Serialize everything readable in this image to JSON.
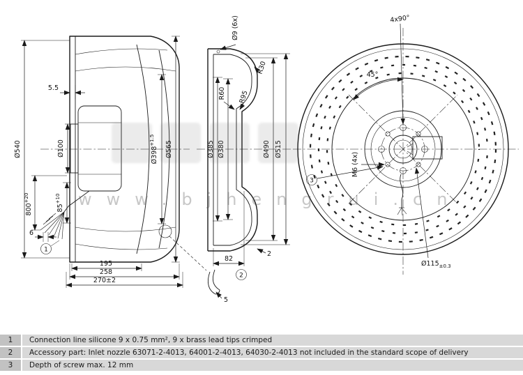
{
  "watermark": {
    "url": "www.bjhengrui.cn"
  },
  "drawing": {
    "side_view": {
      "dim_5_5": "5.5",
      "dia_540": "Ø540",
      "dia_100": "Ø100",
      "len_800": "800",
      "len_800_tol": "+20",
      "len_85": "85",
      "len_85_tol": "+10",
      "len_6": "6",
      "dia_398": "Ø398",
      "dia_398_tol": "+1.5",
      "dia_565": "Ø565",
      "len_195": "195",
      "len_258": "258",
      "len_270": "270±2",
      "callout_1": "1"
    },
    "section_view": {
      "dia_9": "Ø9 (6x)",
      "r30": "R30",
      "r95": "R95",
      "r60": "R60",
      "dia_385": "Ø385",
      "dia_380": "Ø380",
      "dia_490": "Ø490",
      "dia_515": "Ø515",
      "len_82": "82",
      "len_2": "2",
      "callout_2": "2",
      "detail_len_5": "5"
    },
    "front_view": {
      "angle_4x90": "4x90°",
      "angle_45": "45°",
      "m6": "M6 (4x)",
      "dia_115": "Ø115",
      "dia_115_tol": "±0.3",
      "callout_3": "3"
    }
  },
  "notes": {
    "rows": [
      {
        "num": "1",
        "text": "Connection line silicone 9 x 0.75 mm², 9 x brass lead tips crimped"
      },
      {
        "num": "2",
        "text": "Accessory part: Inlet nozzle 63071-2-4013, 64001-2-4013, 64030-2-4013 not included in the standard scope of delivery"
      },
      {
        "num": "3",
        "text": "Depth of screw max. 12 mm"
      }
    ]
  }
}
